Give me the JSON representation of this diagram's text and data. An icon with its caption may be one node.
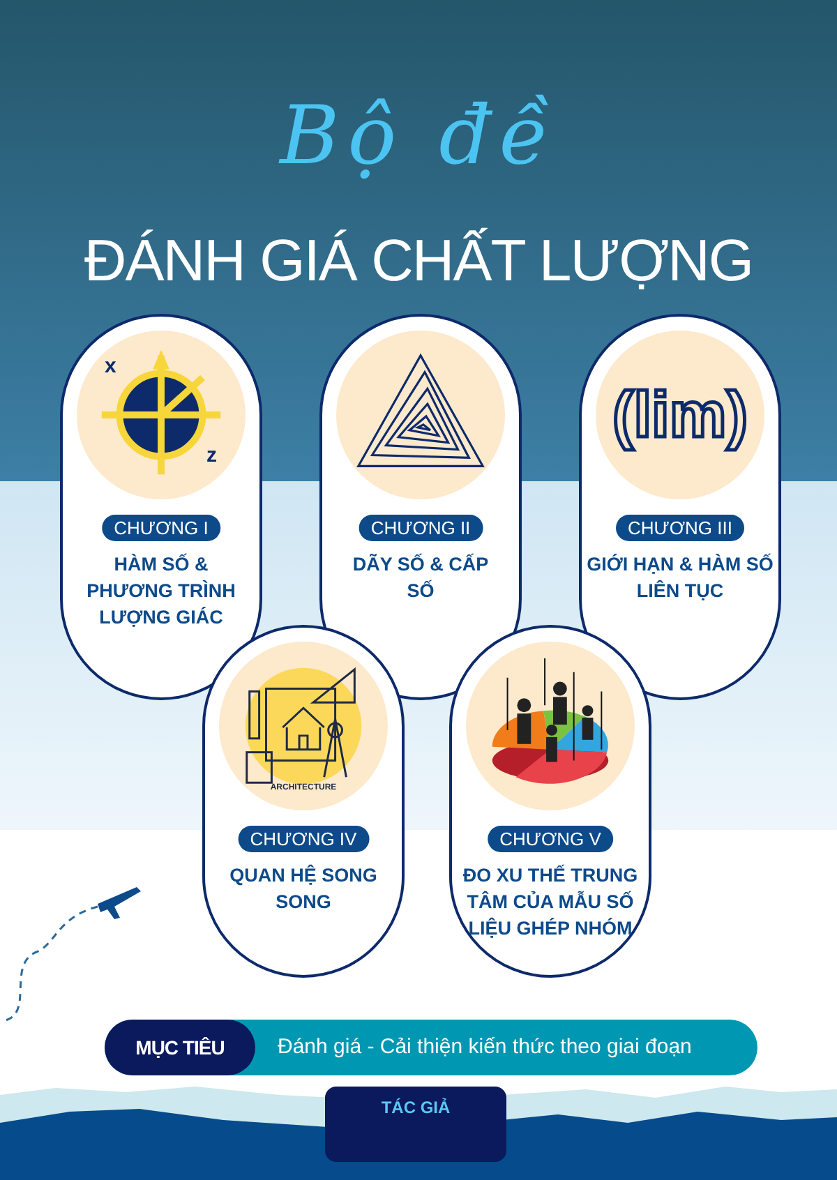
{
  "diagram": {
    "title": "ĐÁNH GIÁ CHẤT LƯỢNG",
    "nodes": [
      {
        "text": [
          "CHƯƠNG I",
          "HÀM SỐ & PHƯƠNG TRÌNH LƯỢNG GIÁC"
        ]
      },
      {
        "text": [
          "CHƯƠNG II",
          "DÃY SỐ & CẤP SỐ"
        ]
      },
      {
        "text": [
          "CHƯƠNG III",
          "GIỚI HẠN & HÀM SỐ LIÊN TỤC"
        ]
      },
      {
        "text": [
          "CHƯƠNG IV",
          "QUAN HỆ SONG SONG"
        ]
      },
      {
        "text": [
          "CHƯƠNG V",
          "ĐO XU THẾ TRUNG TÂM CỦA MẪU SỐ LIỆU GHÉP NHÓM"
        ]
      },
      {
        "text": [
          "MỤC TIÊU",
          "Đánh giá - Cải thiện kiến thức theo giai đoạn"
        ]
      },
      {
        "text": [
          "TÁC GIẢ"
        ]
      }
    ],
    "labels": [
      "Bộ đề",
      "x",
      "z",
      "(lim)",
      "ARCHITECTURE"
    ]
  }
}
